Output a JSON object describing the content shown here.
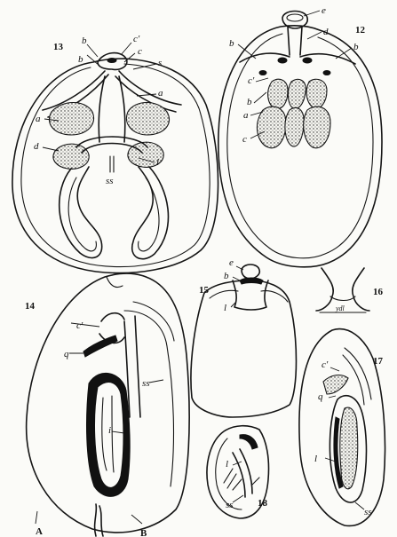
{
  "figures": [
    {
      "id": "fig13",
      "number": "13",
      "labels": [
        "b",
        "b",
        "c'",
        "c",
        "s",
        "a",
        "a",
        "d",
        "l",
        "ss"
      ]
    },
    {
      "id": "fig12",
      "number": "12",
      "labels": [
        "e",
        "d",
        "b",
        "b",
        "c'",
        "b",
        "a",
        "c"
      ]
    },
    {
      "id": "fig14",
      "number": "14",
      "labels": [
        "c'",
        "q",
        "ss",
        "i",
        "A",
        "B"
      ]
    },
    {
      "id": "fig15",
      "number": "15",
      "labels": [
        "e",
        "b",
        "l"
      ]
    },
    {
      "id": "fig16",
      "number": "16",
      "labels": [
        "ydl"
      ]
    },
    {
      "id": "fig17",
      "number": "17",
      "labels": [
        "c'",
        "q",
        "l",
        "ss"
      ]
    },
    {
      "id": "fig18",
      "number": "18",
      "labels": [
        "l",
        "ss"
      ]
    }
  ]
}
